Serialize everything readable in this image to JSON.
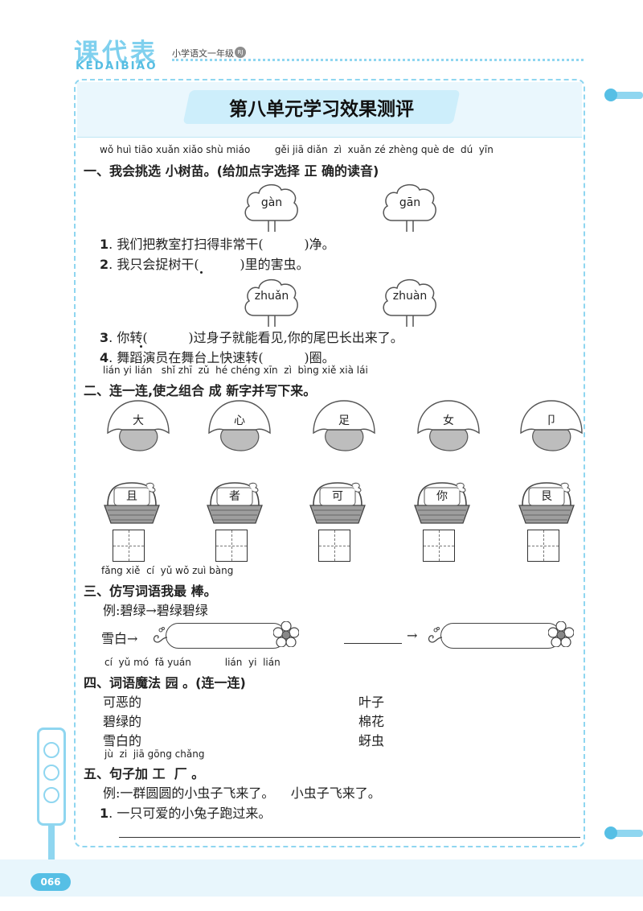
{
  "header": {
    "brand": "课代表",
    "brand_pinyin": "KEDAIBIAO",
    "grade": "小学语文一年级",
    "grade_badge": "RJ"
  },
  "title": "第八单元学习效果测评",
  "section1": {
    "pinyin": "wǒ huì tiāo xuǎn xiǎo shù miáo        gěi jiā diǎn  zì  xuǎn zé zhèng què de  dú  yīn",
    "heading": "一、我会挑选 小树苗。(给加点字选择 正 确的读音)",
    "trees_row1": [
      "gàn",
      "gān"
    ],
    "items_a": [
      {
        "num": "1",
        "text": ". 我们把教室打扫得非常干(          )净。"
      },
      {
        "num": "2",
        "text": ". 我只会捉树干(          )里的害虫。"
      }
    ],
    "trees_row2": [
      "zhuǎn",
      "zhuàn"
    ],
    "items_b": [
      {
        "num": "3",
        "text": ". 你转(          )过身子就能看见,你的尾巴长出来了。"
      },
      {
        "num": "4",
        "text": ". 舞蹈演员在舞台上快速转(          )圈。"
      }
    ]
  },
  "section2": {
    "pinyin": "lián yi lián   shǐ zhī  zǔ  hé chéng xīn  zì  bìng xiě xià lái",
    "heading": "二、连一连,使之组合 成 新字并写下来。",
    "mushrooms": [
      "大",
      "心",
      "足",
      "女",
      "卩"
    ],
    "baskets": [
      "且",
      "者",
      "可",
      "你",
      "艮"
    ]
  },
  "section3": {
    "pinyin": "fǎng xiě  cí  yǔ wǒ zuì bàng",
    "heading": "三、仿写词语我最 棒。",
    "example": "例:碧绿→碧绿碧绿",
    "item": "雪白→"
  },
  "section4": {
    "pinyin": "cí  yǔ mó  fǎ yuán           lián  yi  lián",
    "heading": "四、词语魔法 园 。(连一连)",
    "left": [
      "可恶的",
      "碧绿的",
      "雪白的"
    ],
    "right": [
      "叶子",
      "棉花",
      "蚜虫"
    ]
  },
  "section5": {
    "pinyin": "jù  zi  jiā gōng chǎng",
    "heading": "五、句子加 工  厂 。",
    "example": "例:一群圆圆的小虫子飞来了。    小虫子飞来了。",
    "item_num": "1",
    "item_text": ". 一只可爱的小兔子跑过来。"
  },
  "footer": {
    "page": "066"
  },
  "colors": {
    "accent": "#56bfe5",
    "accent_light": "#8fd6f0",
    "band": "#e8f6fc",
    "mushroom_stem": "#bdbdbd"
  }
}
